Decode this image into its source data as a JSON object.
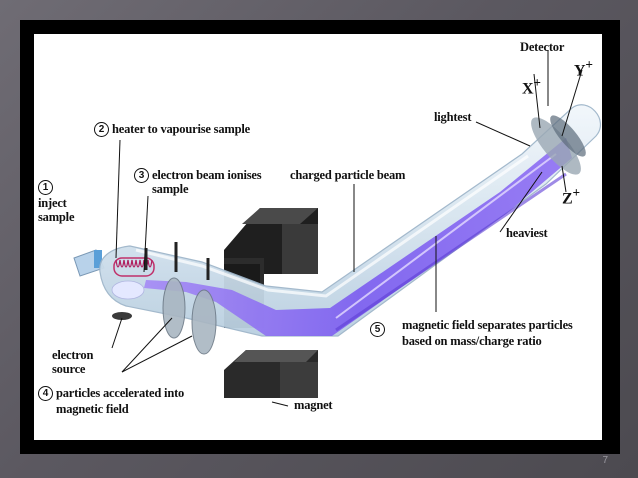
{
  "labels": {
    "step1_num": "1",
    "step1_text_line1": "inject",
    "step1_text_line2": "sample",
    "step2_num": "2",
    "step2_text": "heater to vapourise sample",
    "step3_num": "3",
    "step3_text_line1": "electron beam ionises",
    "step3_text_line2": "sample",
    "step4_num": "4",
    "step4_text_line1": "particles accelerated into",
    "step4_text_line2": "magnetic field",
    "step5_num": "5",
    "step5_text_line1": "magnetic field separates particles",
    "step5_text_line2": "based on mass/charge ratio",
    "electron_source_line1": "electron",
    "electron_source_line2": "source",
    "charged_particle_beam": "charged particle beam",
    "magnet": "magnet",
    "detector": "Detector",
    "lightest": "lightest",
    "heaviest": "heaviest",
    "x_plus": "X",
    "y_plus": "Y",
    "z_plus": "Z",
    "plus": "+"
  },
  "slide": {
    "page_number": "7"
  },
  "colors": {
    "beam": "#7d5ff0",
    "tube": "#d9e6f1",
    "magnet": "#2e2e2e",
    "coil": "#c0306a"
  }
}
